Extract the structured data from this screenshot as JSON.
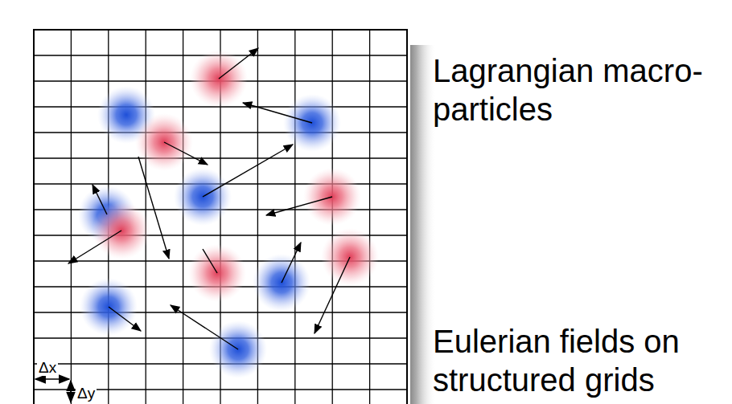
{
  "diagram": {
    "labels": [
      "Lagrangian macro-particles",
      "Eulerian fields on structured grids",
      "Δx",
      "Δy"
    ]
  }
}
